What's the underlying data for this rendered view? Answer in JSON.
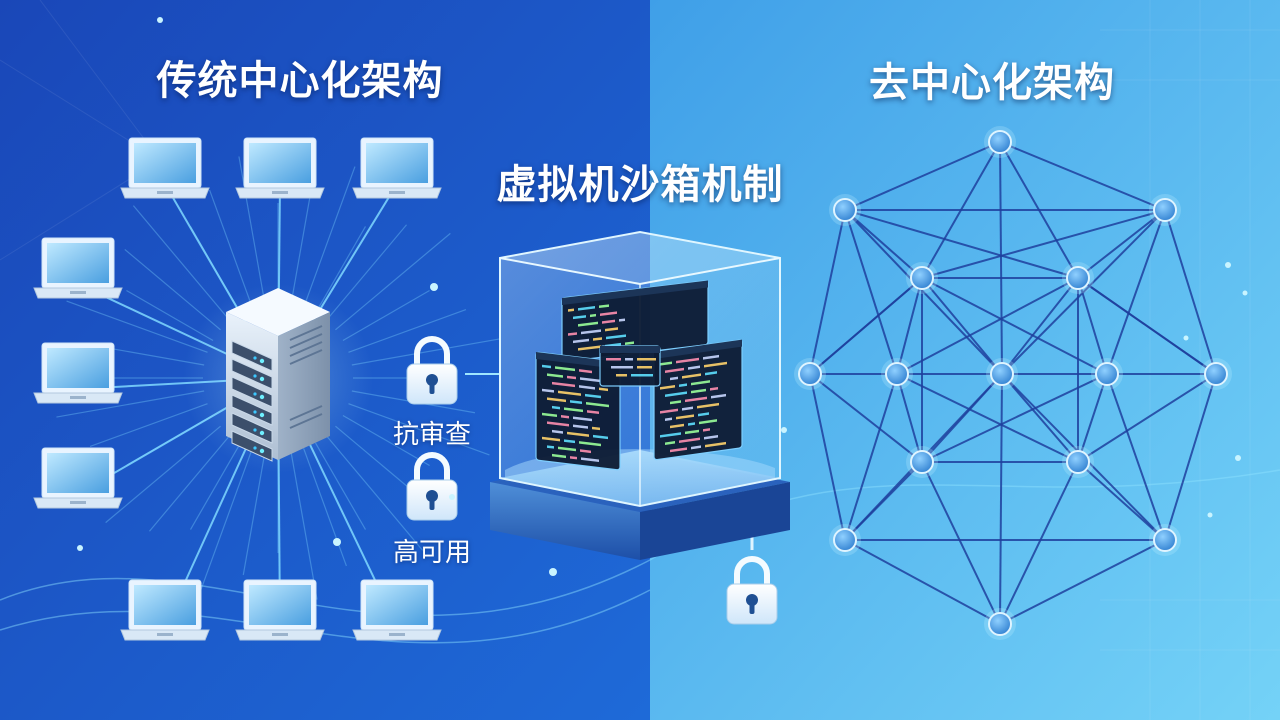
{
  "titles": {
    "left": "传统中心化架构",
    "center": "虚拟机沙箱机制",
    "right": "去中心化架构"
  },
  "locks": [
    {
      "name": "lock-censorship",
      "label": "抗审查"
    },
    {
      "name": "lock-availability",
      "label": "高可用"
    },
    {
      "name": "lock-sandbox",
      "label": ""
    }
  ],
  "colors": {
    "left_bg": "#1a4fbf",
    "right_bg": "#5cc0f0",
    "link": "#7fd8ff",
    "mesh_line": "#1f3f9e",
    "node_fill": "#4aa3e6",
    "node_stroke": "#dff4ff"
  },
  "icons": [
    "laptop-icon",
    "server-icon",
    "lock-icon",
    "glass-cube-sandbox-icon",
    "code-window-icon",
    "mesh-node-icon"
  ]
}
